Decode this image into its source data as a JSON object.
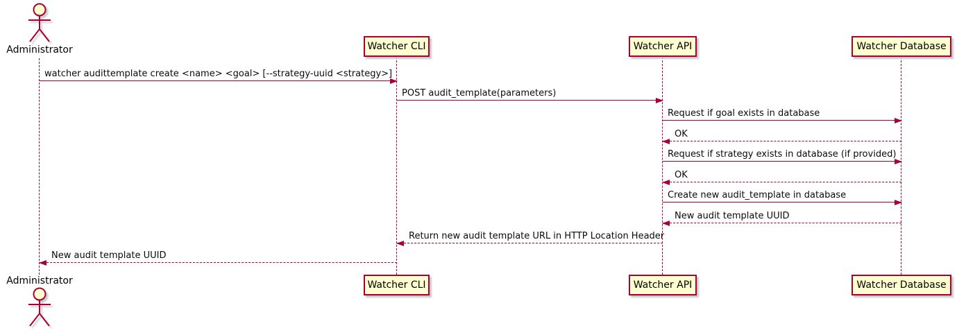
{
  "colors": {
    "accent": "#A80036",
    "participant_fill": "#FEFECE",
    "text": "#000000"
  },
  "actor": {
    "label": "Administrator"
  },
  "participants": [
    {
      "label": "Watcher CLI"
    },
    {
      "label": "Watcher API"
    },
    {
      "label": "Watcher Database"
    }
  ],
  "messages": [
    {
      "from": "Administrator",
      "to": "Watcher CLI",
      "style": "solid",
      "text": "watcher audittemplate create <name> <goal> [--strategy-uuid <strategy>]"
    },
    {
      "from": "Watcher CLI",
      "to": "Watcher API",
      "style": "solid",
      "text": "POST audit_template(parameters)"
    },
    {
      "from": "Watcher API",
      "to": "Watcher Database",
      "style": "solid",
      "text": "Request if goal exists in database"
    },
    {
      "from": "Watcher Database",
      "to": "Watcher API",
      "style": "dashed",
      "text": "OK"
    },
    {
      "from": "Watcher API",
      "to": "Watcher Database",
      "style": "solid",
      "text": "Request if strategy exists in database (if provided)"
    },
    {
      "from": "Watcher Database",
      "to": "Watcher API",
      "style": "dashed",
      "text": "OK"
    },
    {
      "from": "Watcher API",
      "to": "Watcher Database",
      "style": "solid",
      "text": "Create new audit_template in database"
    },
    {
      "from": "Watcher Database",
      "to": "Watcher API",
      "style": "dashed",
      "text": "New audit template UUID"
    },
    {
      "from": "Watcher API",
      "to": "Watcher CLI",
      "style": "dashed",
      "text": "Return new audit template URL in HTTP Location Header"
    },
    {
      "from": "Watcher CLI",
      "to": "Administrator",
      "style": "dashed",
      "text": "New audit template UUID"
    }
  ]
}
